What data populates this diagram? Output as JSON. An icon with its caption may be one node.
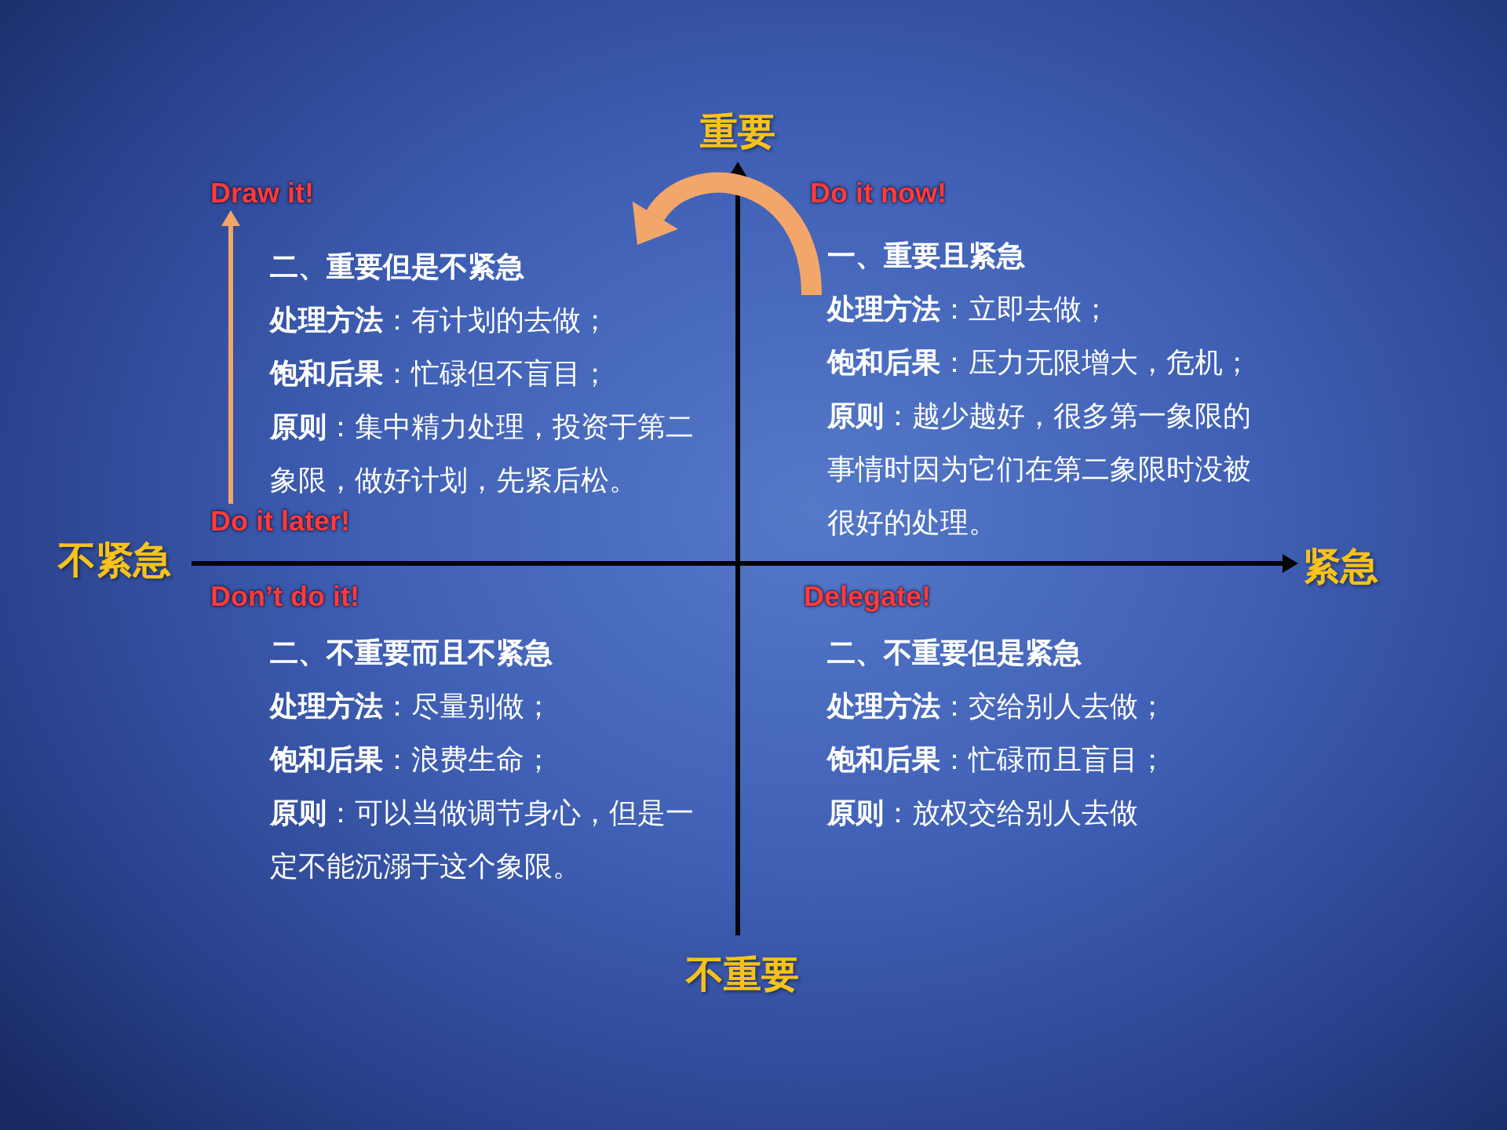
{
  "diagram": {
    "nodes": [
      {
        "text": [
          "Draw it!"
        ]
      },
      {
        "text": [
          "二、重要但是不紧急",
          "**处理方法**：有计划的去做；",
          "**饱和后果**：忙碌但不盲目；",
          "**原则**：集中精力处理，投资于第二象限，做好计划，先紧后松。"
        ]
      },
      {
        "text": [
          "一、重要且紧急",
          "**处理方法**：立即去做；",
          "**饱和后果**：压力无限增大，危机；",
          "**原则**：越少越好，很多第一象限的事情时因为它们在第二象限时没被很好的处理。"
        ],
        "beside": [
          "Do it now!"
        ]
      },
      {
        "text": [
          "Do it later!"
        ]
      },
      {
        "text": [
          "二、不重要而且不紧急",
          "**处理方法**：尽量别做；",
          "**饱和后果**：浪费生命；",
          "**原则**：可以当做调节身心，但是一定不能沉溺于这个象限。"
        ],
        "beside": [
          "Don’t do it!"
        ]
      },
      {
        "text": [
          "二、不重要但是紧急",
          "**处理方法**：交给别人去做；",
          "**饱和后果**：忙碌而且盲目；",
          "**原则**：放权交给别人去做"
        ],
        "beside": [
          "Delegate!"
        ]
      }
    ],
    "edges": [
      {
        "from": 3,
        "to": 0,
        "arrow": "to"
      },
      {
        "from": 2,
        "to": 1,
        "arrow": "to",
        "style": "thick"
      }
    ],
    "labels": [
      "重要",
      "不紧急",
      "紧急",
      "不重要"
    ]
  }
}
